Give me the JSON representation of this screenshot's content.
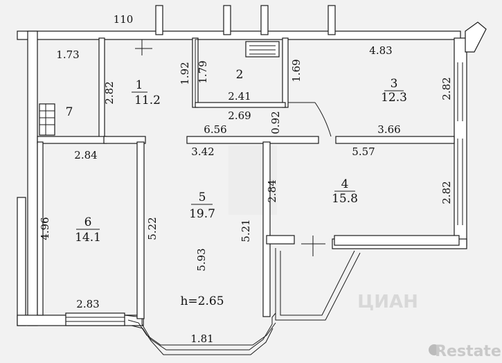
{
  "plan": {
    "rooms": [
      {
        "number": "1",
        "area": "11.2"
      },
      {
        "number": "2",
        "area": ""
      },
      {
        "number": "3",
        "area": "12.3"
      },
      {
        "number": "4",
        "area": "15.8"
      },
      {
        "number": "5",
        "area": "19.7"
      },
      {
        "number": "6",
        "area": "14.1"
      },
      {
        "number": "7",
        "area": ""
      }
    ],
    "dimensions": [
      "110",
      "1.73",
      "2.82",
      "1.92",
      "1.79",
      "2.41",
      "2.69",
      "0.92",
      "1.69",
      "4.83",
      "2.82",
      "6.56",
      "3.66",
      "2.84",
      "3.42",
      "5.57",
      "2.84",
      "2.82",
      "4.96",
      "5.22",
      "5.93",
      "5.21",
      "2.83",
      "1.81"
    ],
    "ceiling_height": "h=2.65",
    "watermarks": [
      "Restate",
      "ЦИАН"
    ]
  }
}
